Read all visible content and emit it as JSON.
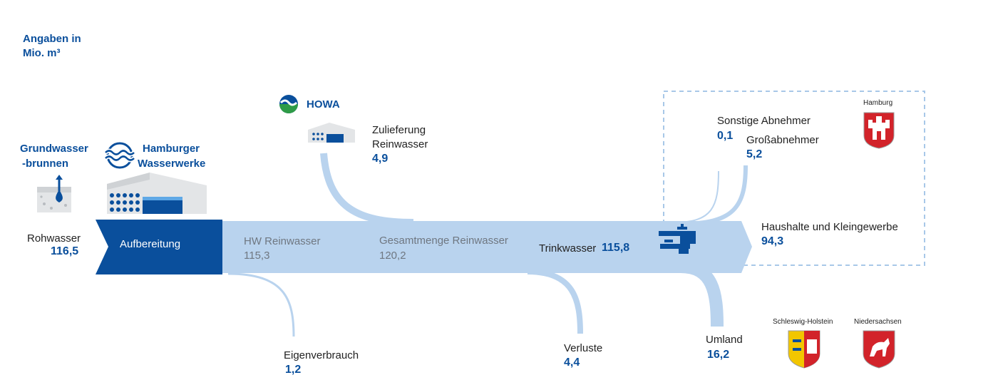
{
  "unit_note": {
    "line1": "Angaben in",
    "line2": "Mio. m³"
  },
  "sources": {
    "grundwasser": {
      "line1": "Grundwasser",
      "line2": "-brunnen"
    },
    "hww": {
      "line1": "Hamburger",
      "line2": "Wasserwerke"
    },
    "howa": "HOWA"
  },
  "flows": {
    "rohwasser": {
      "label": "Rohwasser",
      "value": "116,5"
    },
    "aufbereitung": {
      "label": "Aufbereitung"
    },
    "hw_reinwasser": {
      "label": "HW Reinwasser",
      "value": "115,3"
    },
    "gesamt": {
      "label": "Gesamtmenge Reinwasser",
      "value": "120,2"
    },
    "trinkwasser": {
      "label": "Trinkwasser",
      "value": "115,8"
    },
    "zulieferung": {
      "line1": "Zulieferung",
      "line2": "Reinwasser",
      "value": "4,9"
    },
    "eigenverbrauch": {
      "label": "Eigenverbrauch",
      "value": "1,2"
    },
    "verluste": {
      "label": "Verluste",
      "value": "4,4"
    },
    "umland": {
      "label": "Umland",
      "value": "16,2"
    },
    "sonstige": {
      "label": "Sonstige Abnehmer",
      "value": "0,1"
    },
    "gross": {
      "label": "Großabnehmer",
      "value": "5,2"
    },
    "haushalte": {
      "label": "Haushalte und Kleingewerbe",
      "value": "94,3"
    }
  },
  "regions": {
    "hamburg": "Hamburg",
    "schleswig_holstein": "Schleswig-Holstein",
    "niedersachsen": "Niedersachsen"
  },
  "colors": {
    "dark_blue": "#0a4f9c",
    "light_blue": "#b9d3ee",
    "text_blue": "#0a4f9c",
    "dashed_border": "#a8c8e8",
    "crest_red": "#d2232a",
    "howa_green": "#2e9b47"
  }
}
